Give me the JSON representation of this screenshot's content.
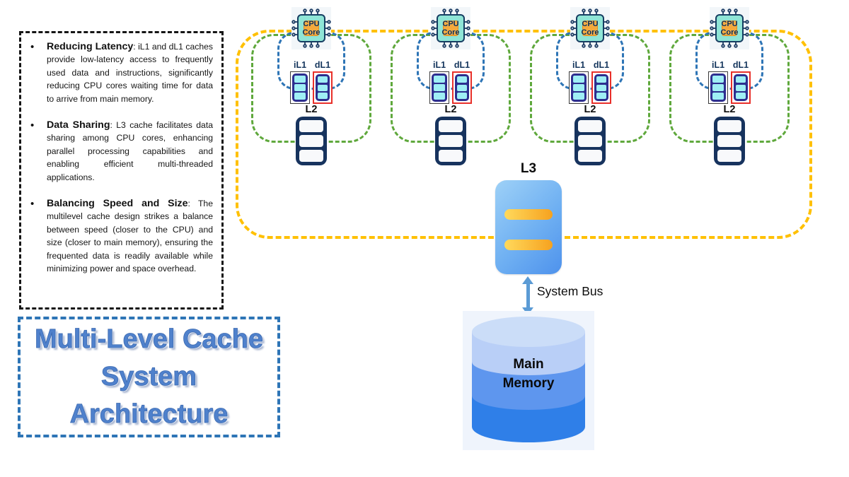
{
  "info_panel": {
    "bullet_char": "•",
    "bullets": [
      {
        "heading": "Reducing Latency",
        "body": ": iL1 and dL1 caches provide low-latency access to frequently used data and instructions, significantly reducing CPU cores waiting time for data to arrive from main memory."
      },
      {
        "heading": "Data Sharing",
        "body": ": L3 cache facilitates data sharing among CPU cores, enhancing parallel processing capabilities and enabling efficient multi-threaded applications."
      },
      {
        "heading": "Balancing Speed and Size",
        "body": ": The multilevel cache design strikes a balance between speed (closer to the CPU) and size (closer to main memory), ensuring the frequented data is readily available while minimizing power and space overhead."
      }
    ]
  },
  "title_box": {
    "lines": [
      "Multi-Level Cache",
      "System",
      "Architecture"
    ]
  },
  "diagram": {
    "cores": [
      {
        "chip_line1": "CPU",
        "chip_line2": "Core",
        "il1_label": "iL1",
        "dl1_label": "dL1",
        "l2_label": "L2"
      },
      {
        "chip_line1": "CPU",
        "chip_line2": "Core",
        "il1_label": "iL1",
        "dl1_label": "dL1",
        "l2_label": "L2"
      },
      {
        "chip_line1": "CPU",
        "chip_line2": "Core",
        "il1_label": "iL1",
        "dl1_label": "dL1",
        "l2_label": "L2"
      },
      {
        "chip_line1": "CPU",
        "chip_line2": "Core",
        "il1_label": "iL1",
        "dl1_label": "dL1",
        "l2_label": "L2"
      }
    ],
    "l3_label": "L3",
    "system_bus_label": "System Bus",
    "main_memory": {
      "line1": "Main",
      "line2": "Memory"
    },
    "colors": {
      "outer_outline_yellow": "#FFC000",
      "core_outline_green": "#5FA83C",
      "l1_outline_blue": "#2E75B6",
      "chip_body_teal": "#8FE5D6",
      "chip_inner_orange": "#F5A93B",
      "l1_icon_navy": "#2D2E8F",
      "l1_bar_cyan": "#9FEFF5",
      "il1_border": "#3A3A3A",
      "dl1_border_red": "#E8302A",
      "l2_navy": "#17335E",
      "l3_gradient_light": "#9ED1F7",
      "l3_gradient_dark": "#4E92EC",
      "l3_bar_orange": "#F6A21F",
      "bus_arrow_blue": "#5B9BD5",
      "memory_band_light": "#B9CFF7",
      "memory_band_mid": "#5E96EE",
      "memory_band_dark": "#2F7FE8",
      "title_blue": "#4F81CC"
    }
  }
}
